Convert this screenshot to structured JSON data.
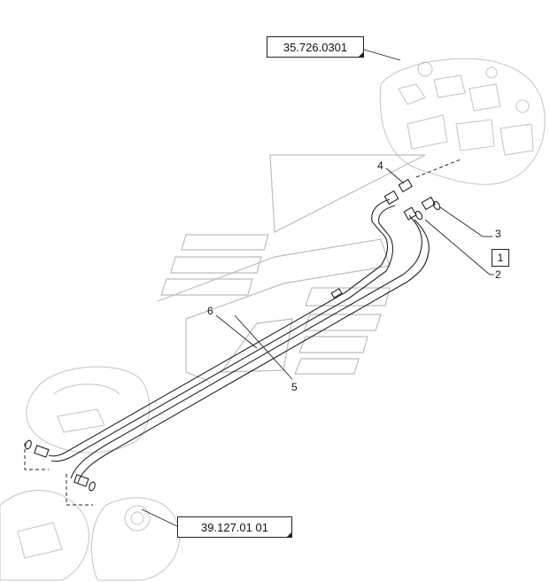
{
  "references": {
    "top": "35.726.0301",
    "bottom": "39.127.01 01"
  },
  "callouts": {
    "c1": "1",
    "c2": "2",
    "c3": "3",
    "c4": "4",
    "c5": "5",
    "c6": "6"
  },
  "colors": {
    "line": "#222222",
    "ghost": "#bdbdbd"
  }
}
